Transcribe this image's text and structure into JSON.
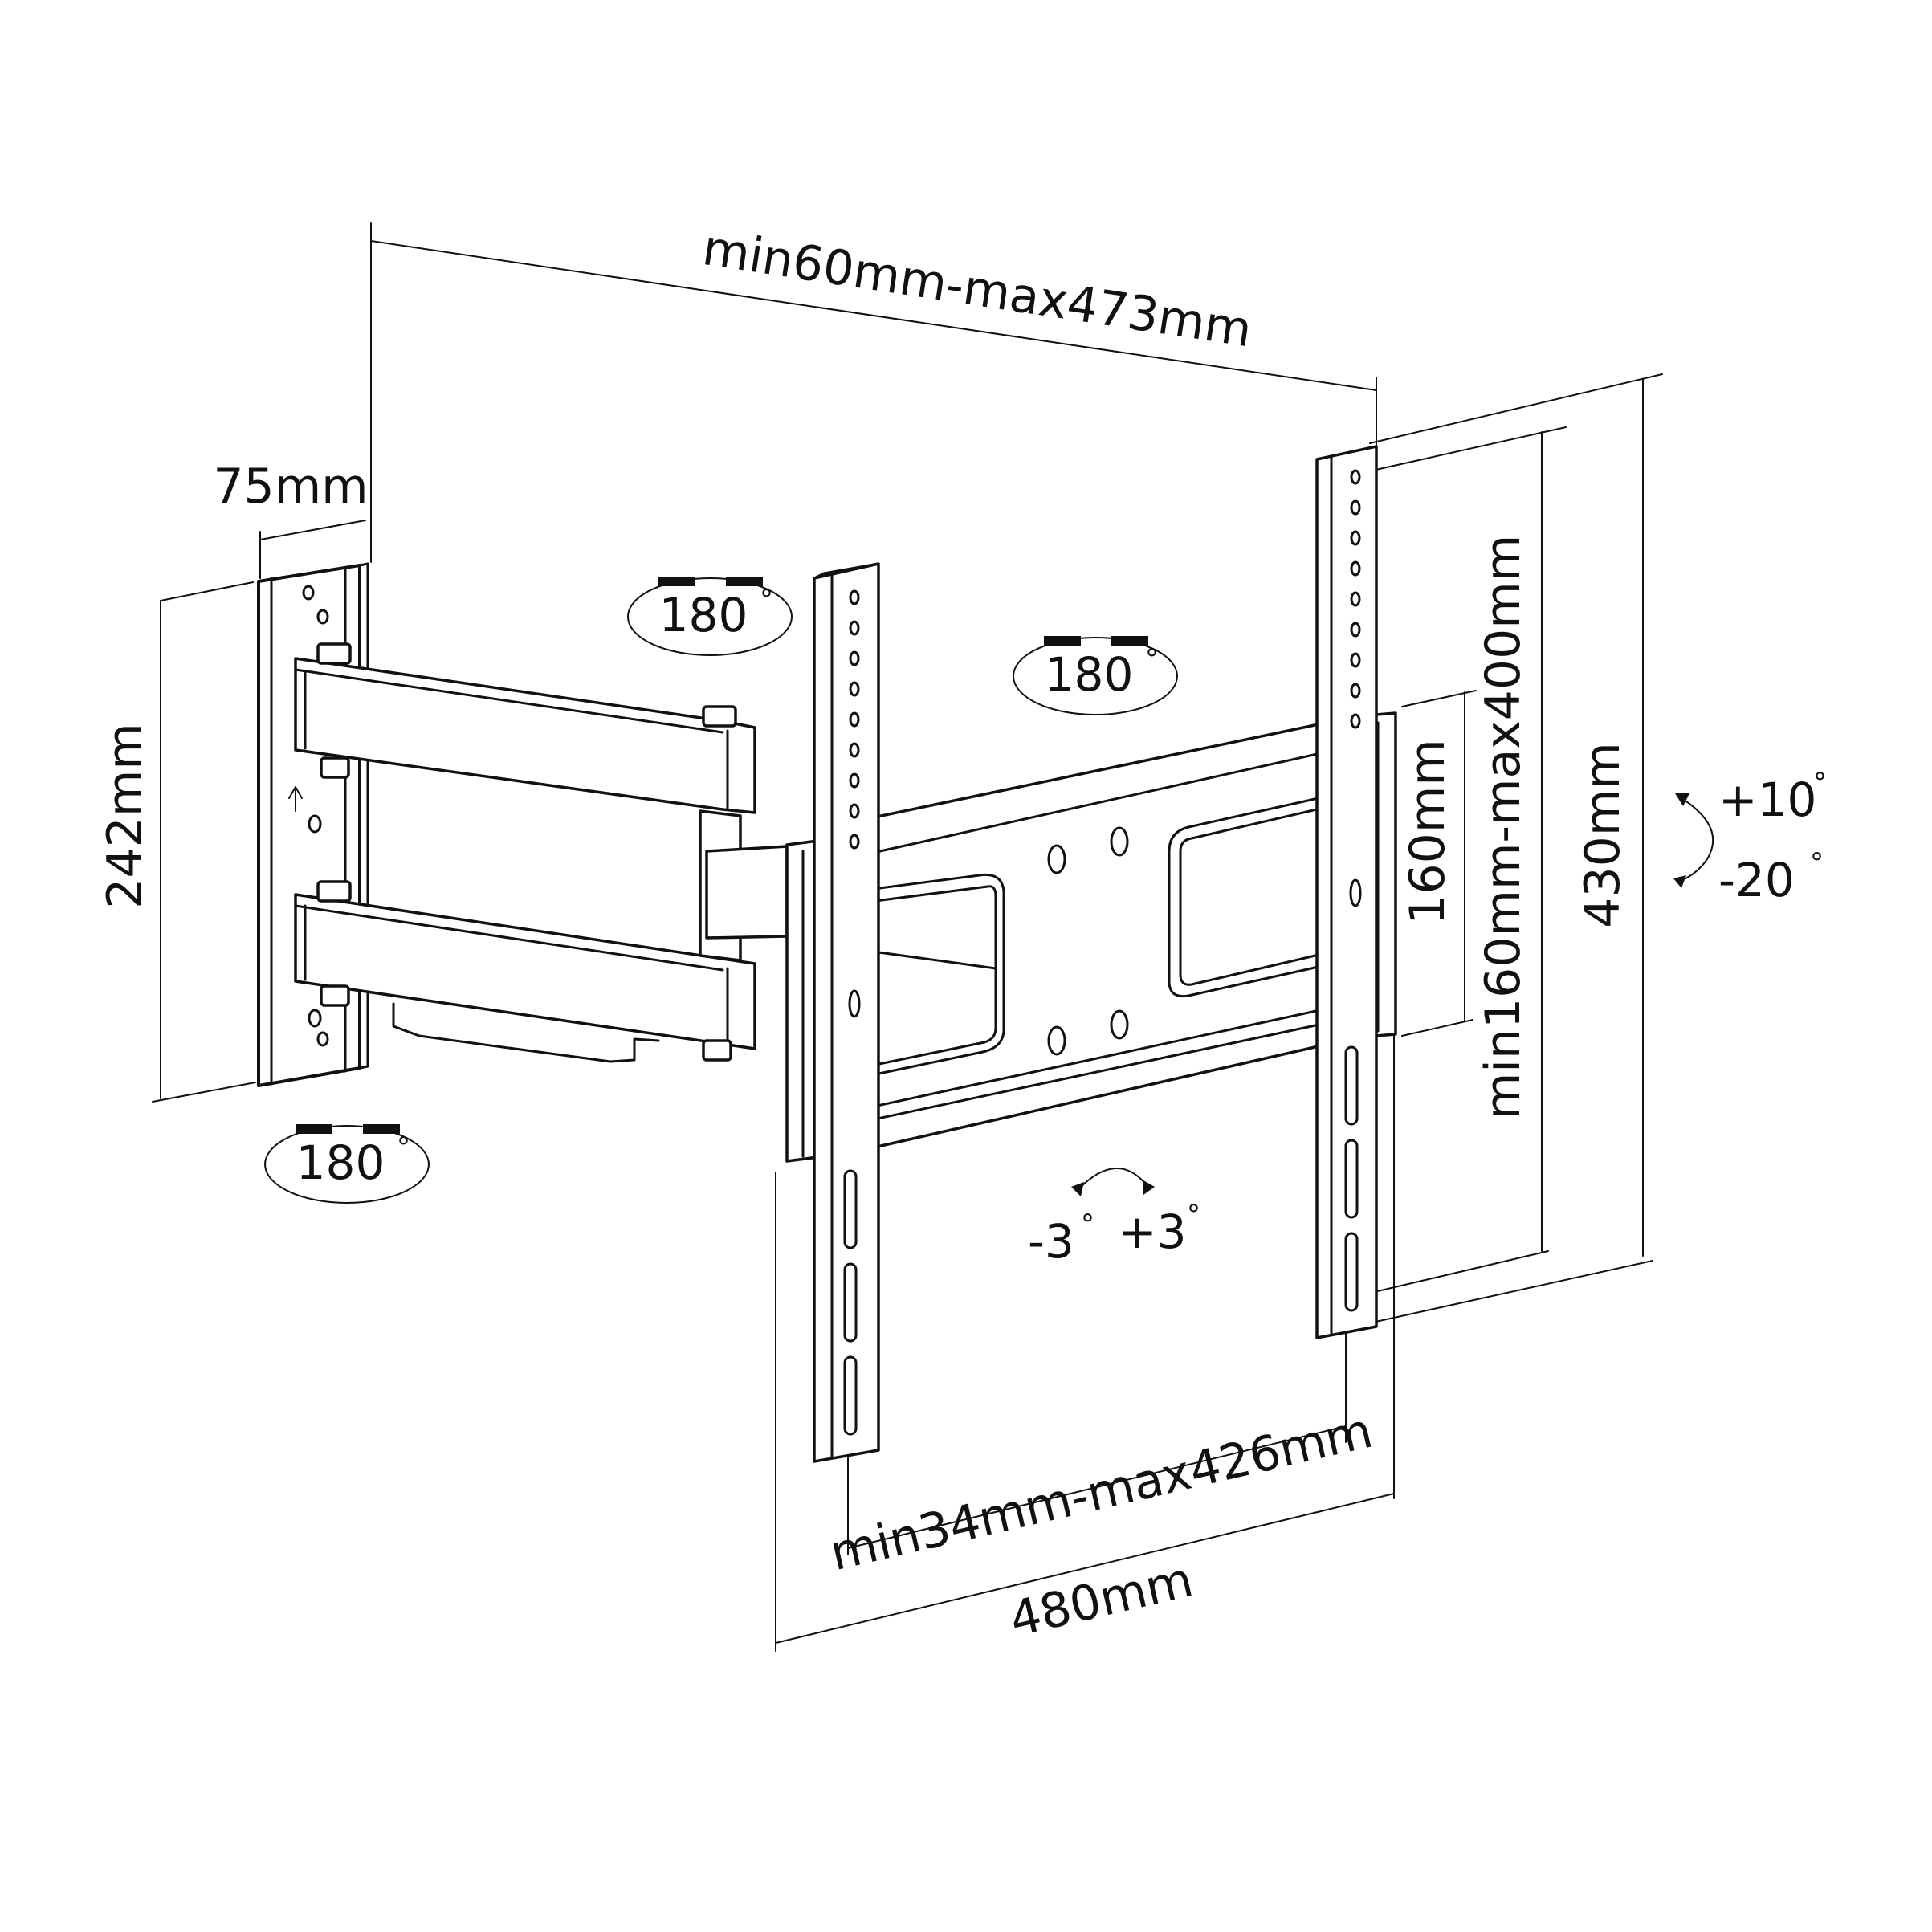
{
  "dimensions": {
    "arm_extension": "min60mm-max473mm",
    "wall_plate_depth": "75mm",
    "wall_plate_height": "242mm",
    "vesa_horizontal": "min34mm-max426mm",
    "total_width": "480mm",
    "inner_bracket_height": "160mm",
    "vesa_vertical": "min160mm-max400mm",
    "total_height": "430mm"
  },
  "rotations": {
    "swivel_top_left": "180",
    "swivel_middle": "180",
    "swivel_bottom_left": "180",
    "degree_symbol": "°"
  },
  "tilt": {
    "up": "+10",
    "down": "-20"
  },
  "level_adjust": {
    "left": "-3",
    "right": "+3"
  },
  "colors": {
    "ink": "#111111",
    "paper": "#ffffff"
  }
}
